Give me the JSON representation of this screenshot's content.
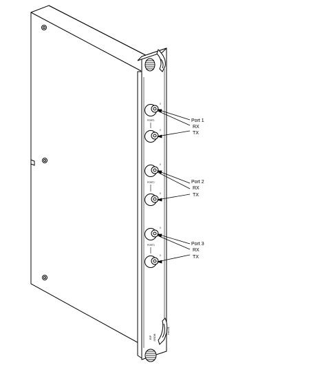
{
  "ports": [
    {
      "title": "Port 1",
      "rx": "RX",
      "tx": "TX",
      "connector_top_mark": "0",
      "connector_label": "PORT1",
      "connector_bottom_mark": "0"
    },
    {
      "title": "Port 2",
      "rx": "RX",
      "tx": "TX",
      "connector_top_mark": "0",
      "connector_label": "PORT2",
      "connector_bottom_mark": "0"
    },
    {
      "title": "Port 3",
      "rx": "RX",
      "tx": "TX",
      "connector_top_mark": "0",
      "connector_label": "PORT3",
      "connector_bottom_mark": "0"
    }
  ],
  "faceplate_labels": {
    "bottom_line1": "EIP",
    "bottom_line2": "SRDB",
    "figure_number": "H6031"
  },
  "colors": {
    "line": "#000000",
    "background": "#ffffff"
  }
}
